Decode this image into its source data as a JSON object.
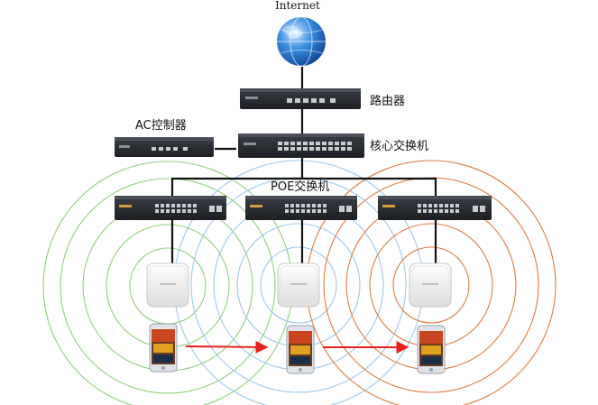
{
  "labels": {
    "internet": "Internet",
    "router": "路由器",
    "core_switch": "核心交换机",
    "ac_controller": "AC控制器",
    "poe_switch": "POE交换机"
  },
  "colors": {
    "coverage_left": "#8fd07a",
    "coverage_center": "#9cc8ea",
    "coverage_right": "#e07a3c",
    "roaming_arrow": "#e8201c",
    "cable": "#111111",
    "device_body": "#2a2d33",
    "port": "#c8ccd2",
    "access_point": "#f1f1f1",
    "phone_frame": "#dfe3e8"
  },
  "icons": {
    "internet": "globe-icon",
    "router": "router-icon",
    "core_switch": "switch-icon",
    "ac_controller": "controller-icon",
    "poe_switch": "poe-switch-icon",
    "access_point": "wireless-access-point-icon",
    "client": "smartphone-icon"
  }
}
